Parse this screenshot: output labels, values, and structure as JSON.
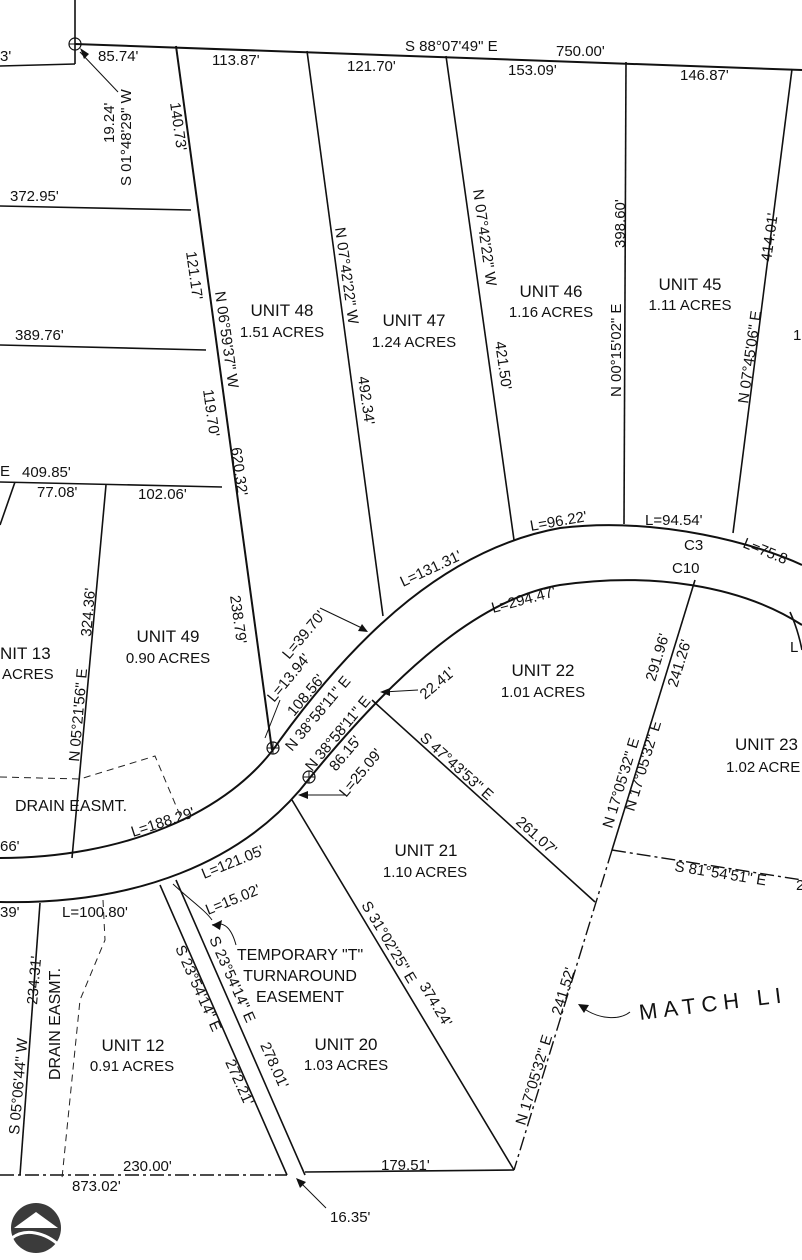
{
  "units": [
    {
      "id": "u48",
      "name": "UNIT 48",
      "acres": "1.51 ACRES"
    },
    {
      "id": "u47",
      "name": "UNIT 47",
      "acres": "1.24 ACRES"
    },
    {
      "id": "u46",
      "name": "UNIT 46",
      "acres": "1.16 ACRES"
    },
    {
      "id": "u45",
      "name": "UNIT 45",
      "acres": "1.11 ACRES"
    },
    {
      "id": "u49",
      "name": "UNIT 49",
      "acres": "0.90 ACRES"
    },
    {
      "id": "u13",
      "name": "NIT 13",
      "acres": "ACRES"
    },
    {
      "id": "u22",
      "name": "UNIT 22",
      "acres": "1.01 ACRES"
    },
    {
      "id": "u23",
      "name": "UNIT 23",
      "acres": "1.02 ACRE"
    },
    {
      "id": "u21",
      "name": "UNIT 21",
      "acres": "1.10 ACRES"
    },
    {
      "id": "u20",
      "name": "UNIT 20",
      "acres": "1.03 ACRES"
    },
    {
      "id": "u12",
      "name": "UNIT 12",
      "acres": "0.91 ACRES"
    }
  ],
  "dims": {
    "top_bearing": "S 88°07'49\" E",
    "top_total": "750.00'",
    "d85_74": "85.74'",
    "d113_87": "113.87'",
    "d121_70": "121.70'",
    "d153_09": "153.09'",
    "d146_87": "146.87'",
    "d3": "3'",
    "d19_24": "19.24'",
    "bearing_s01": "S 01°48'29\" W",
    "d140_73": "140.73'",
    "d372_95": "372.95'",
    "d121_17": "121.17'",
    "d389_76": "389.76'",
    "bearing_n06": "N 06°59'37\" W",
    "d119_70": "119.70'",
    "d620_32": "620.32'",
    "bearing_n07a": "N 07°42'22\" W",
    "d492_34": "492.34'",
    "bearing_n07b": "N 07°42'22\" W",
    "d421_50": "421.50'",
    "d398_60": "398.60'",
    "bearing_n00": "N 00°15'02\" E",
    "d414_01": "414.01'",
    "bearing_n07e": "N 07°45'06\" E",
    "d409_85": "409.85'",
    "d77_08": "77.08'",
    "d102_06": "102.06'",
    "d324_36": "324.36'",
    "bearing_n05": "N 05°21'56\" E",
    "d238_79": "238.79'",
    "l96_22": "L=96.22'",
    "l94_54": "L=94.54'",
    "c3": "C3",
    "l75": "L=75.8",
    "c10": "C10",
    "l131_31": "L=131.31'",
    "l294_47": "L=294.47'",
    "l39_70": "L=39.70'",
    "l13_94": "L=13.94'",
    "d108_56": "108.56'",
    "bearing_n38a": "N 38°58'11\" E",
    "bearing_n38b": "N 38°58'11\" E",
    "d86_15": "86.15'",
    "d22_41": "22.41'",
    "l25_09": "L=25.09'",
    "bearing_s47": "S 47°43'53\" E",
    "d261_07": "261.07'",
    "bearing_n17a": "N 17°05'32\" E",
    "d291_96": "291.96'",
    "bearing_n17b": "N 17°05'32\" E",
    "d241_26": "241.26'",
    "bearing_s81": "S 81°54'51\" E",
    "d2": "2",
    "drain_easmt_1": "DRAIN  EASMT.",
    "l188_29": "L=188.29'",
    "d66": "66'",
    "d39": "39'",
    "l100_80": "L=100.80'",
    "l121_05": "L=121.05'",
    "l15_02": "L=15.02'",
    "drain_easmt_2": "DRAIN  EASMT.",
    "bearing_s05": "S 05°06'44\" W",
    "d234_31": "234.31'",
    "bearing_s23a": "S 23°54'14\" E",
    "d272_21": "272.21'",
    "bearing_s23b": "S 23°54'14\" E",
    "d278_01": "278.01'",
    "bearing_s31": "S 31°02'25\" E",
    "d374_24": "374.24'",
    "bearing_n17c": "N 17°05'32\" E",
    "d241_52": "241.52'",
    "d230_00": "230.00'",
    "d873_02": "873.02'",
    "d179_51": "179.51'",
    "d16_35": "16.35'",
    "d1_right": "1",
    "l_right": "L",
    "e_left": "E"
  },
  "notes": {
    "turnaround_1": "TEMPORARY \"T\"",
    "turnaround_2": "TURNAROUND",
    "turnaround_3": "EASEMENT",
    "match_line": "MATCH LI"
  },
  "colors": {
    "line": "#111111",
    "background": "#ffffff"
  },
  "icons": [
    "monument-marker-icon",
    "logo-icon"
  ]
}
